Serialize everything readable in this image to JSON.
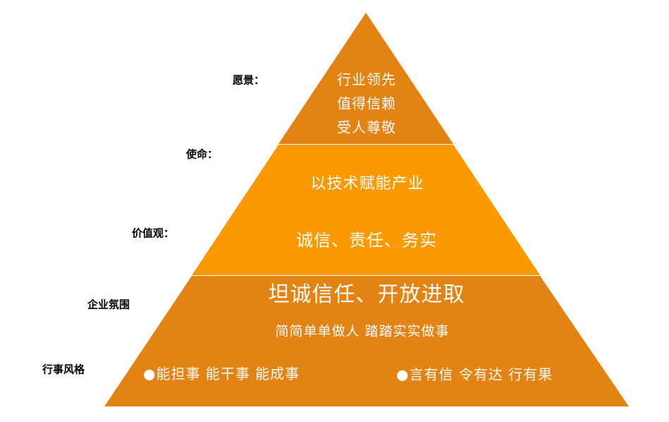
{
  "colors": {
    "top": "#E28314",
    "middle": "#FA9A00",
    "bottom": "#E28314",
    "divider": "#FFFFFF"
  },
  "labels": {
    "vision": "愿景：",
    "mission": "使命：",
    "values": "价值观：",
    "atmosphere": "企业氛围",
    "style": "行事风格"
  },
  "top": {
    "lines": [
      "行业领先",
      "值得信赖",
      "受人尊敬"
    ]
  },
  "middle": {
    "mission": "以技术赋能产业",
    "values": "诚信、责任、务实"
  },
  "bottom": {
    "atmosphere": "坦诚信任、开放进取",
    "atmosphere_sub": "简简单单做人 踏踏实实做事",
    "style_left": "●能担事 能干事 能成事",
    "style_right": "●言有信 令有达 行有果"
  }
}
